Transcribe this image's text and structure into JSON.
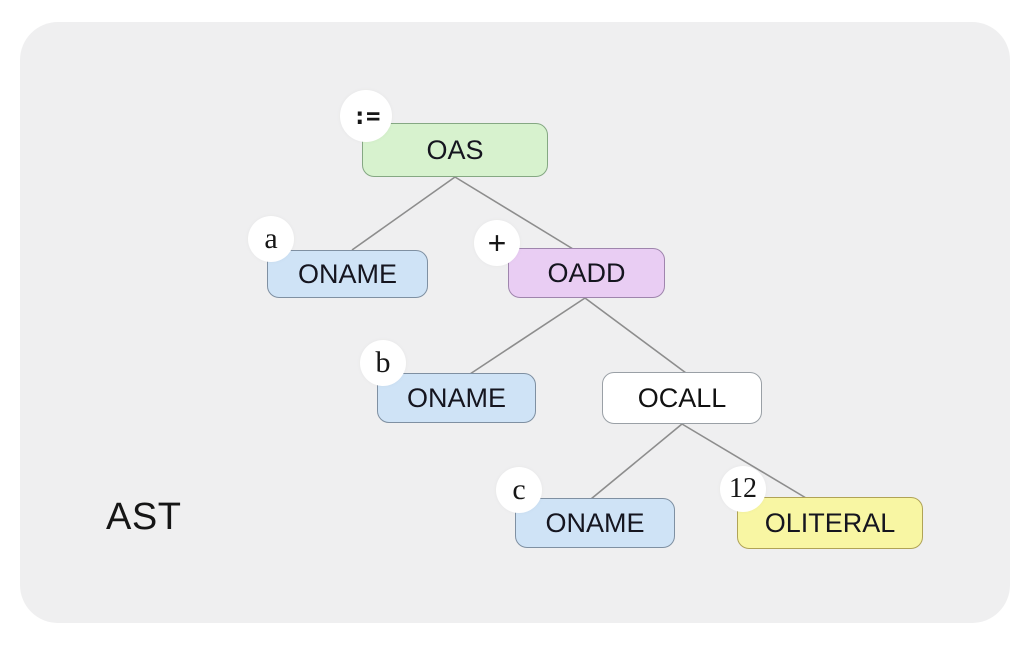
{
  "diagram": {
    "label": "AST",
    "tree": {
      "nodes": [
        {
          "label": "OAS",
          "badge": ":=",
          "kind": "assign"
        },
        {
          "label": "ONAME",
          "badge": "a",
          "kind": "name"
        },
        {
          "label": "OADD",
          "badge": "+",
          "kind": "add"
        },
        {
          "label": "ONAME",
          "badge": "b",
          "kind": "name"
        },
        {
          "label": "OCALL",
          "badge": "",
          "kind": "call"
        },
        {
          "label": "ONAME",
          "badge": "c",
          "kind": "name"
        },
        {
          "label": "OLITERAL",
          "badge": "12",
          "kind": "literal"
        }
      ],
      "edges": [
        [
          0,
          1
        ],
        [
          0,
          2
        ],
        [
          2,
          3
        ],
        [
          2,
          4
        ],
        [
          4,
          5
        ],
        [
          4,
          6
        ]
      ]
    },
    "colors": {
      "frame_background": "#efeff0",
      "page_background": "#ffffff",
      "edge": "#8d8d8d",
      "node_assign": "#d7f2ce",
      "node_name": "#cfe3f6",
      "node_add": "#e9cdf3",
      "node_call": "#ffffff",
      "node_literal": "#f8f6a3",
      "badge_background": "#ffffff",
      "text": "#15151f"
    }
  }
}
